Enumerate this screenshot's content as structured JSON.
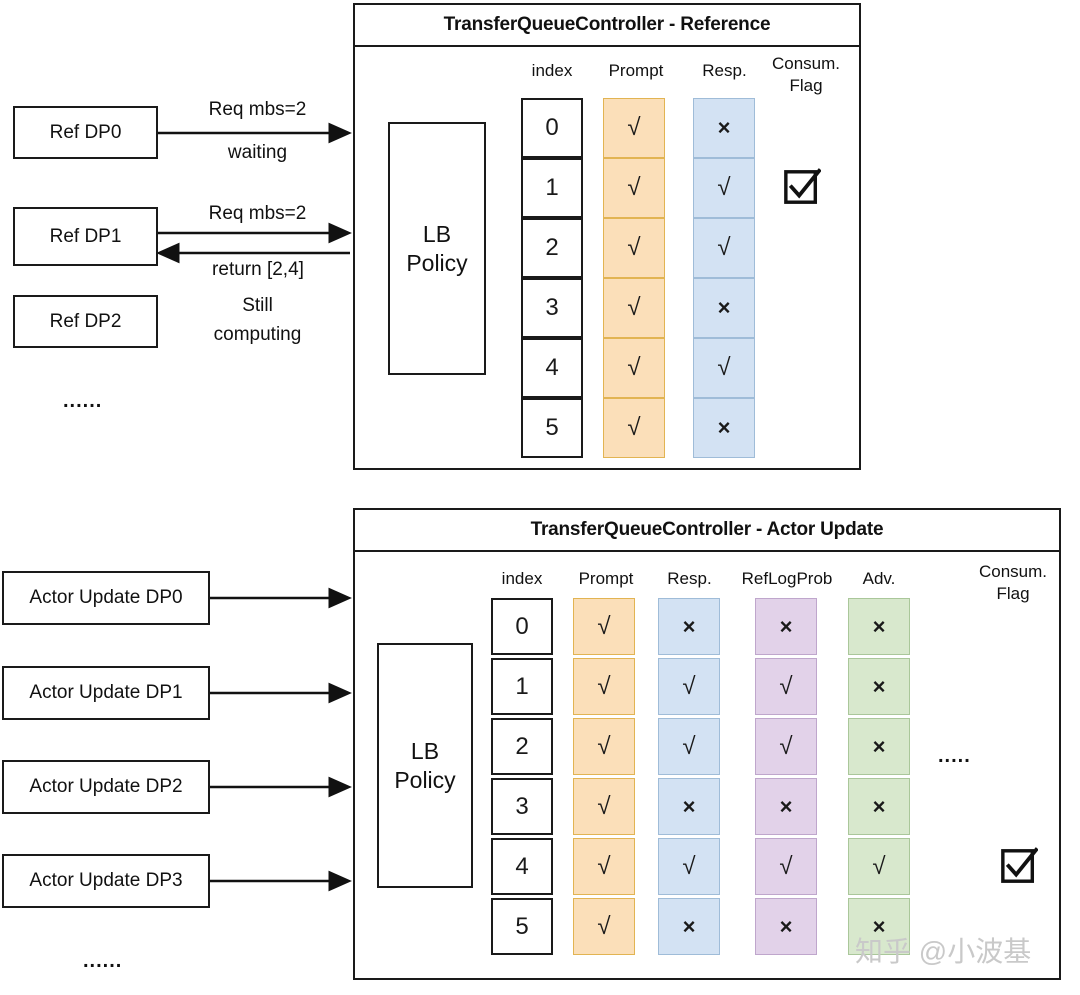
{
  "watermark": "知乎 @小波基",
  "panel1": {
    "title": "TransferQueueController - Reference",
    "lb_policy": {
      "line1": "LB",
      "line2": "Policy"
    },
    "columns": [
      "index",
      "Prompt",
      "Resp.",
      "Consum. Flag"
    ],
    "column_labels": {
      "index": "index",
      "prompt": "Prompt",
      "resp": "Resp.",
      "consum_line1": "Consum.",
      "consum_line2": "Flag"
    },
    "rows": [
      {
        "index": "0",
        "prompt": "√",
        "resp": "×",
        "consum_flag": false
      },
      {
        "index": "1",
        "prompt": "√",
        "resp": "√",
        "consum_flag": true
      },
      {
        "index": "2",
        "prompt": "√",
        "resp": "√",
        "consum_flag": false
      },
      {
        "index": "3",
        "prompt": "√",
        "resp": "×",
        "consum_flag": false
      },
      {
        "index": "4",
        "prompt": "√",
        "resp": "√",
        "consum_flag": false
      },
      {
        "index": "5",
        "prompt": "√",
        "resp": "×",
        "consum_flag": false
      }
    ],
    "producers": [
      {
        "label": "Ref DP0"
      },
      {
        "label": "Ref DP1"
      },
      {
        "label": "Ref DP2"
      }
    ],
    "annotations": {
      "dp0_req": "Req mbs=2",
      "dp0_status": "waiting",
      "dp1_req": "Req mbs=2",
      "dp1_return": "return [2,4]",
      "dp2_status_line1": "Still",
      "dp2_status_line2": "computing"
    },
    "ellipsis": "......"
  },
  "panel2": {
    "title": "TransferQueueController - Actor Update",
    "lb_policy": {
      "line1": "LB",
      "line2": "Policy"
    },
    "column_labels": {
      "index": "index",
      "prompt": "Prompt",
      "resp": "Resp.",
      "reflogprob": "RefLogProb",
      "adv": "Adv.",
      "consum_line1": "Consum.",
      "consum_line2": "Flag"
    },
    "rows": [
      {
        "index": "0",
        "prompt": "√",
        "resp": "×",
        "reflogprob": "×",
        "adv": "×",
        "consum_flag": false
      },
      {
        "index": "1",
        "prompt": "√",
        "resp": "√",
        "reflogprob": "√",
        "adv": "×",
        "consum_flag": false
      },
      {
        "index": "2",
        "prompt": "√",
        "resp": "√",
        "reflogprob": "√",
        "adv": "×",
        "consum_flag": false
      },
      {
        "index": "3",
        "prompt": "√",
        "resp": "×",
        "reflogprob": "×",
        "adv": "×",
        "consum_flag": false
      },
      {
        "index": "4",
        "prompt": "√",
        "resp": "√",
        "reflogprob": "√",
        "adv": "√",
        "consum_flag": true
      },
      {
        "index": "5",
        "prompt": "√",
        "resp": "×",
        "reflogprob": "×",
        "adv": "×",
        "consum_flag": false
      }
    ],
    "producers": [
      {
        "label": "Actor Update DP0"
      },
      {
        "label": "Actor Update DP1"
      },
      {
        "label": "Actor Update DP2"
      },
      {
        "label": "Actor Update DP3"
      }
    ],
    "ellipsis": "......",
    "inner_ellipsis": "....."
  },
  "colors": {
    "prompt": "#fbdfb9",
    "resp": "#d3e2f3",
    "reflogprob": "#e2d2e9",
    "adv": "#d8e8cd",
    "stroke": "#1a1a1a"
  }
}
